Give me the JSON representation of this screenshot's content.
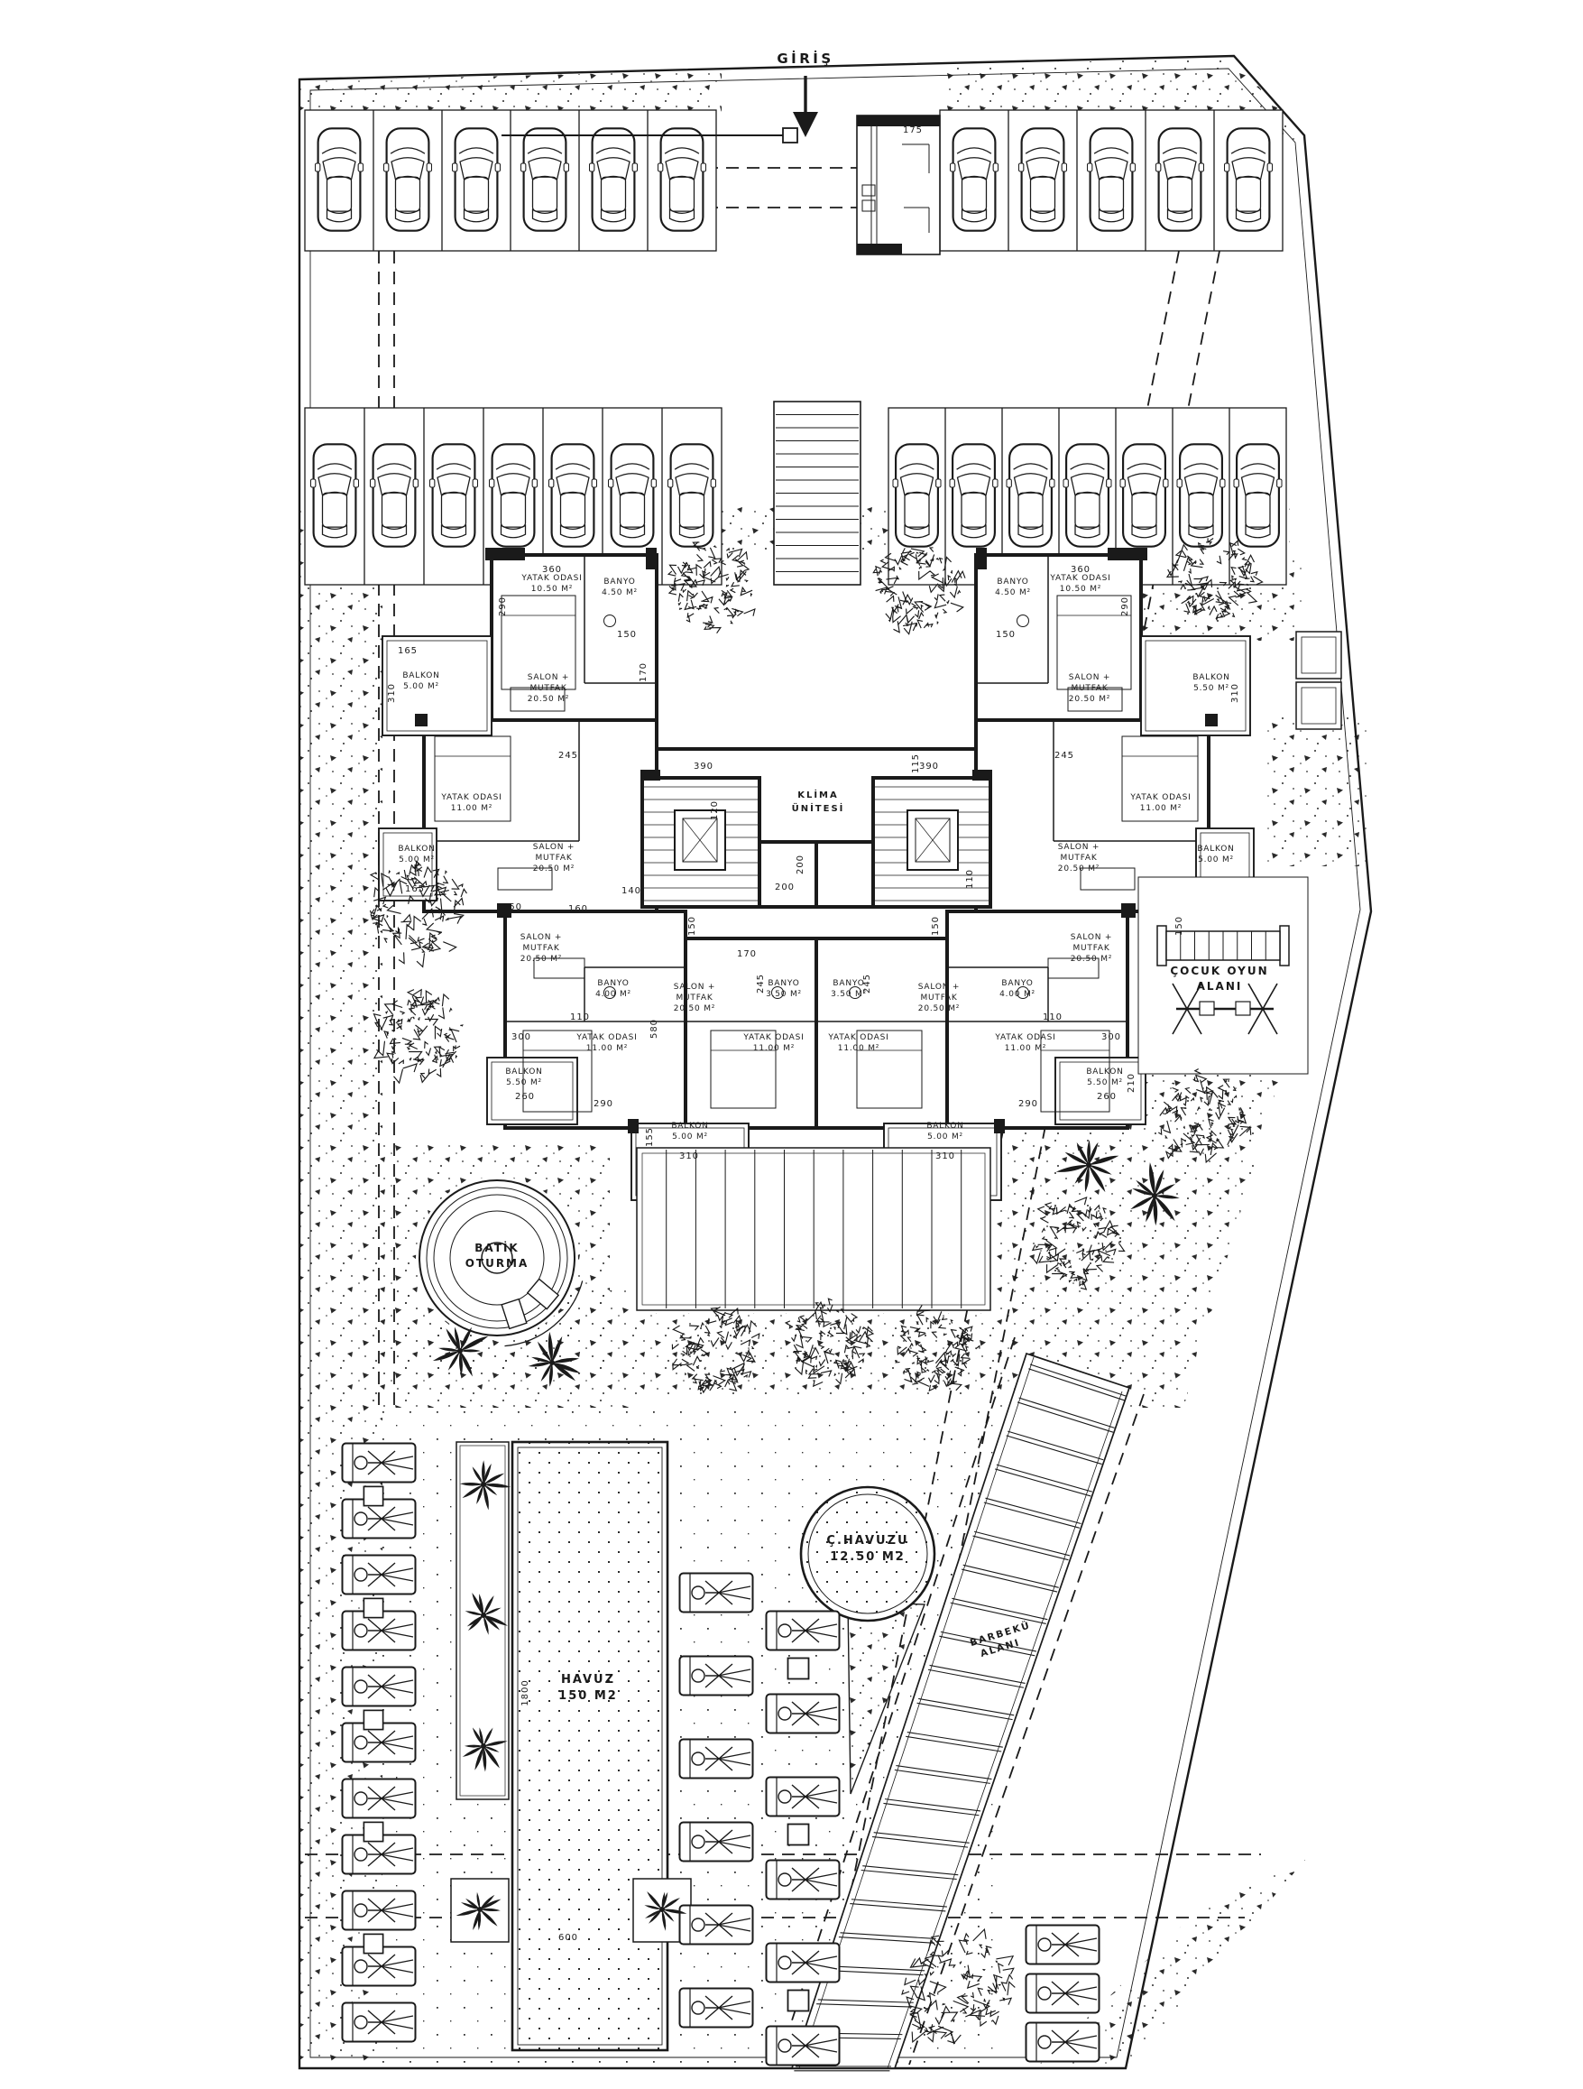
{
  "entrance": {
    "label": "GİRİŞ"
  },
  "rooms": {
    "salon": {
      "l1": "SALON +",
      "l2": "MUTFAK",
      "area": "20.50 M²"
    },
    "yatak_1050": {
      "l1": "YATAK ODASI",
      "area": "10.50 M²"
    },
    "yatak_1100": {
      "l1": "YATAK ODASI",
      "area": "11.00 M²"
    },
    "banyo_450": {
      "l1": "BANYO",
      "area": "4.50 M²"
    },
    "banyo_400": {
      "l1": "BANYO",
      "area": "4.00 M²"
    },
    "banyo_350": {
      "l1": "BANYO",
      "area": "3.50 M²"
    },
    "balkon_500": {
      "l1": "BALKON",
      "area": "5.00 M²"
    },
    "balkon_550": {
      "l1": "BALKON",
      "area": "5.50 M²"
    }
  },
  "core": {
    "klima": {
      "l1": "KLİMA",
      "l2": "ÜNİTESİ"
    }
  },
  "amenities": {
    "batik": {
      "l1": "BATİK",
      "l2": "OTURMA"
    },
    "cocuk": {
      "l1": "ÇOCUK OYUN",
      "l2": "ALANI"
    },
    "c_havuzu": {
      "l1": "Ç.HAVUZU",
      "l2": "12.50 M2"
    },
    "havuz": {
      "l1": "HAVUZ",
      "l2": "150 M2"
    },
    "barbeku": {
      "l1": "BARBEKÜ",
      "l2": "ALANI"
    }
  },
  "dims": {
    "d0": "360",
    "d1": "290",
    "d2": "150",
    "d3": "170",
    "d4": "165",
    "d5": "310",
    "d6": "245",
    "d7": "390",
    "d8": "140",
    "d9": "200",
    "d10": "200",
    "d11": "150",
    "d12": "115",
    "d13": "110",
    "d14": "250",
    "d15": "160",
    "d16": "580",
    "d17": "300",
    "d18": "110",
    "d19": "290",
    "d20": "260",
    "d21": "155",
    "d22": "310",
    "d23": "170",
    "d24": "1800",
    "d25": "600",
    "d26": "175",
    "d27": "360",
    "d28": "290",
    "d29": "150",
    "d30": "310",
    "d31": "245",
    "d32": "150",
    "d33": "150",
    "d34": "300",
    "d35": "290",
    "d36": "260",
    "d37": "210",
    "d38": "310",
    "d39": "390",
    "d40": "165",
    "d41": "120",
    "d42": "110",
    "d43": "245",
    "d44": "245"
  },
  "icons": {
    "car-icon": "top-view parked car",
    "sun-lounger-icon": "sun lounger with person",
    "side-table-icon": "small square side table",
    "tree-icon": "round canopy tree",
    "palm-icon": "palm tree",
    "entrance-arrow-icon": "down arrow at site entrance",
    "stairs-icon": "staircase treads",
    "elevator-icon": "elevator shaft",
    "ladder-icon": "playground climbing ladder",
    "seesaw-icon": "playground seesaw"
  },
  "colors": {
    "ink": "#1a1a1a",
    "paper": "#ffffff"
  }
}
